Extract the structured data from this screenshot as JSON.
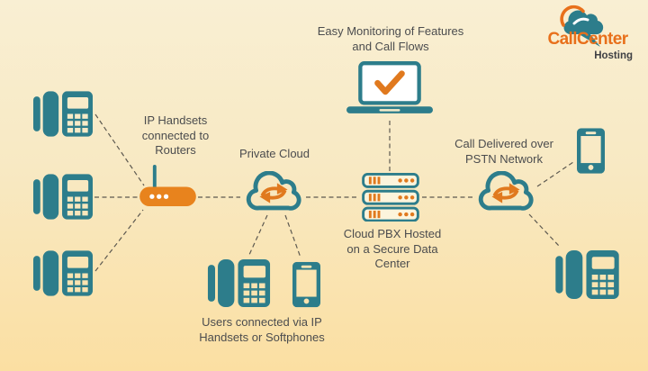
{
  "logo": {
    "title_call": "Call",
    "title_center": "Center",
    "subtitle": "Hosting"
  },
  "nodes": {
    "monitoring": {
      "label": "Easy Monitoring of Features and Call Flows",
      "lines": [
        "Easy Monitoring of Features",
        "and Call Flows"
      ]
    },
    "router": {
      "label": "IP Handsets connected to Routers",
      "lines": [
        "IP Handsets",
        "connected to",
        "Routers"
      ]
    },
    "private_cloud": {
      "label": "Private Cloud",
      "lines": [
        "Private Cloud"
      ]
    },
    "users": {
      "label": "Users connected via IP Handsets or Softphones",
      "lines": [
        "Users connected via IP",
        "Handsets or Softphones"
      ]
    },
    "pbx_server": {
      "label": "Cloud PBX Hosted on a Secure Data Center",
      "lines": [
        "Cloud PBX Hosted",
        "on a Secure Data",
        "Center"
      ]
    },
    "pstn": {
      "label": "Call Delivered over PSTN Network",
      "lines": [
        "Call Delivered over",
        "PSTN Network"
      ]
    }
  },
  "icons": {
    "desk_phone": "ip-desk-phone",
    "smartphone": "softphone-smartphone",
    "sync_cloud": "cloud-with-sync-arrows",
    "server": "pbx-server-rack",
    "laptop": "laptop-with-checkmark",
    "router": "wireless-router",
    "logo_cloud": "cloud-pen-logo"
  },
  "connections": [
    {
      "from": "ip-handset-1",
      "to": "router"
    },
    {
      "from": "ip-handset-2",
      "to": "router"
    },
    {
      "from": "ip-handset-3",
      "to": "router"
    },
    {
      "from": "router",
      "to": "private-cloud"
    },
    {
      "from": "private-cloud",
      "to": "pbx-server"
    },
    {
      "from": "private-cloud",
      "to": "user-desk-phone"
    },
    {
      "from": "private-cloud",
      "to": "user-smartphone"
    },
    {
      "from": "monitoring-laptop",
      "to": "pbx-server"
    },
    {
      "from": "pbx-server",
      "to": "pstn-cloud"
    },
    {
      "from": "pstn-cloud",
      "to": "pstn-smartphone"
    },
    {
      "from": "pstn-cloud",
      "to": "pstn-desk-phone"
    }
  ],
  "colors": {
    "teal": "#2d7d8b",
    "orange": "#e0791e",
    "router_orange": "#e8831d",
    "logo_orange": "#e8701b",
    "text": "#4b4c4e",
    "dash": "#5d5950",
    "bg_top": "#f9efd3",
    "bg_bottom": "#fbdfa2"
  }
}
